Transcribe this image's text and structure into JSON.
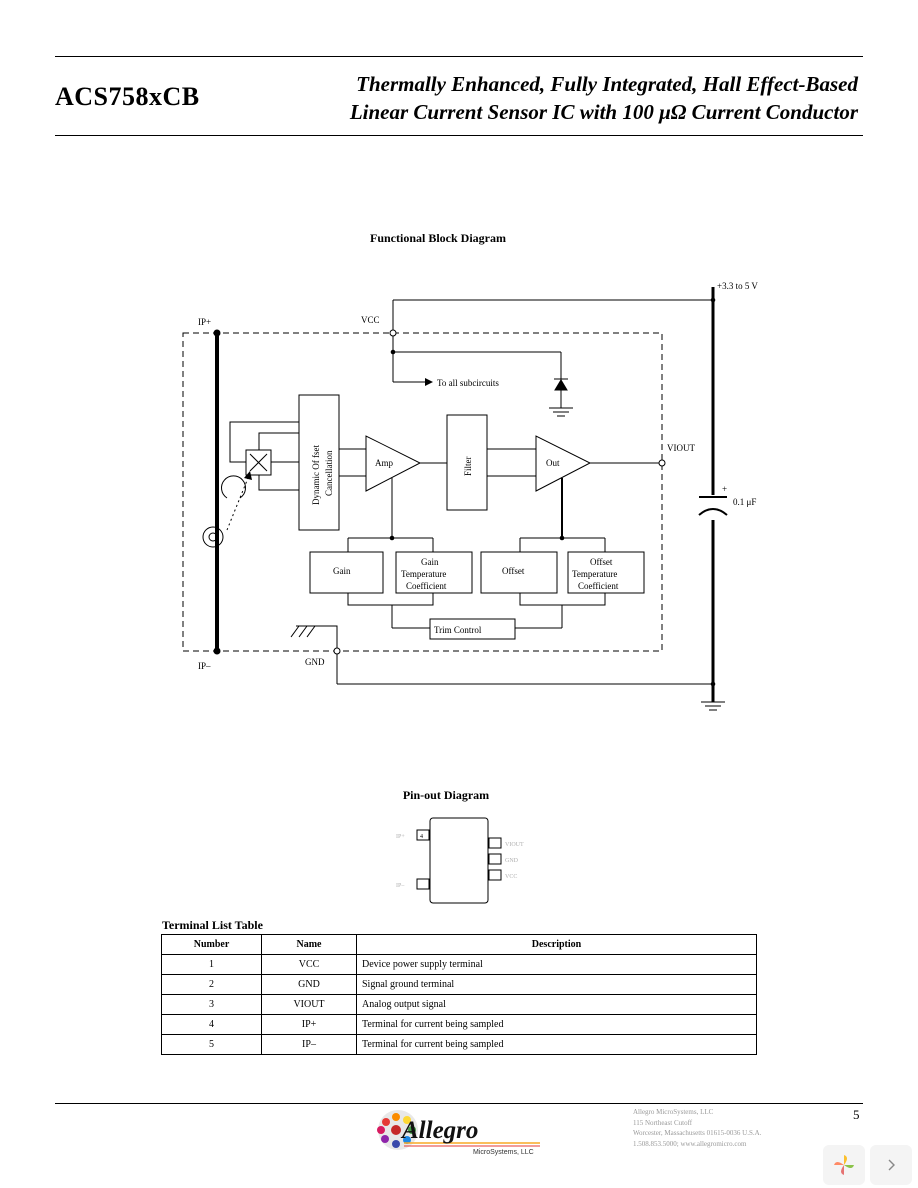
{
  "header": {
    "part_number": "ACS758xCB",
    "title_line1": "Thermally Enhanced, Fully Integrated, Hall Effect-Based",
    "title_line2": "Linear Current Sensor IC with  100 μΩ Current Conductor"
  },
  "block_diagram": {
    "caption": "Functional Block Diagram",
    "labels": {
      "supply": "+3.3 to 5 V",
      "ip_plus": "IP+",
      "ip_minus": "IP–",
      "vcc": "VCC",
      "gnd": "GND",
      "viout": "VIOUT",
      "to_all": "To all subcircuits",
      "dyn_line1": "Dynamic Of    fset",
      "dyn_line2": "Cancellation",
      "amp": "Amp",
      "filter": "Filter",
      "out": "Out",
      "gain": "Gain",
      "gain_tc_1": "Gain",
      "gain_tc_2": "Temperature",
      "gain_tc_3": "Coefficient",
      "offset": "Offset",
      "offset_tc_1": "Offset",
      "offset_tc_2": "Temperature",
      "offset_tc_3": "Coefficient",
      "trim": "Trim Control",
      "cap_plus": "+",
      "cap_value": "0.1 μF"
    }
  },
  "pinout": {
    "caption": "Pin-out Diagram",
    "pin4": "4",
    "left_labels": [
      "IP+",
      "IP–"
    ],
    "right_labels": [
      "VIOUT",
      "GND",
      "VCC"
    ]
  },
  "terminal_table": {
    "title": "Terminal List Table",
    "headers": [
      "Number",
      "Name",
      "Description"
    ],
    "rows": [
      [
        "1",
        "VCC",
        "Device power supply terminal"
      ],
      [
        "2",
        "GND",
        "Signal ground terminal"
      ],
      [
        "3",
        "VIOUT",
        "Analog output signal"
      ],
      [
        "4",
        "IP+",
        "Terminal for current being sampled"
      ],
      [
        "5",
        "IP–",
        "Terminal for current being sampled"
      ]
    ]
  },
  "footer": {
    "page_number": "5",
    "logo_text": "Allegro",
    "logo_sub": "MicroSystems, LLC",
    "address": [
      "Allegro MicroSystems, LLC",
      "115 Northeast Cutoff",
      "Worcester, Massachusetts 01615-0036 U.S.A.",
      "1.508.853.5000; www.allegromicro.com"
    ]
  },
  "viewer_controls": {
    "app_icon": "pinwheel-icon",
    "next_icon": "chevron-right-icon"
  }
}
